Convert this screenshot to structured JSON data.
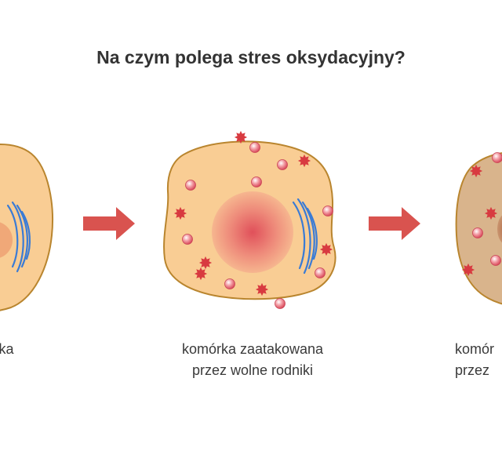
{
  "title": "Na czym polega stres oksydacyjny?",
  "captions": {
    "left": "órka",
    "middle_line1": "komórka zaatakowana",
    "middle_line2": "przez wolne rodniki",
    "right_line1": "komór",
    "right_line2": "przez"
  },
  "colors": {
    "cell_fill": "#f9cd94",
    "cell_outline": "#b9852e",
    "damaged_cell_fill": "#d9b48c",
    "nucleus_center": "#e0505a",
    "nucleus_edge": "#f3a485",
    "golgi": "#3a7bd5",
    "arrow": "#d9534f",
    "radical_spiky": "#d83a40",
    "radical_bubble": "#e56b74"
  }
}
